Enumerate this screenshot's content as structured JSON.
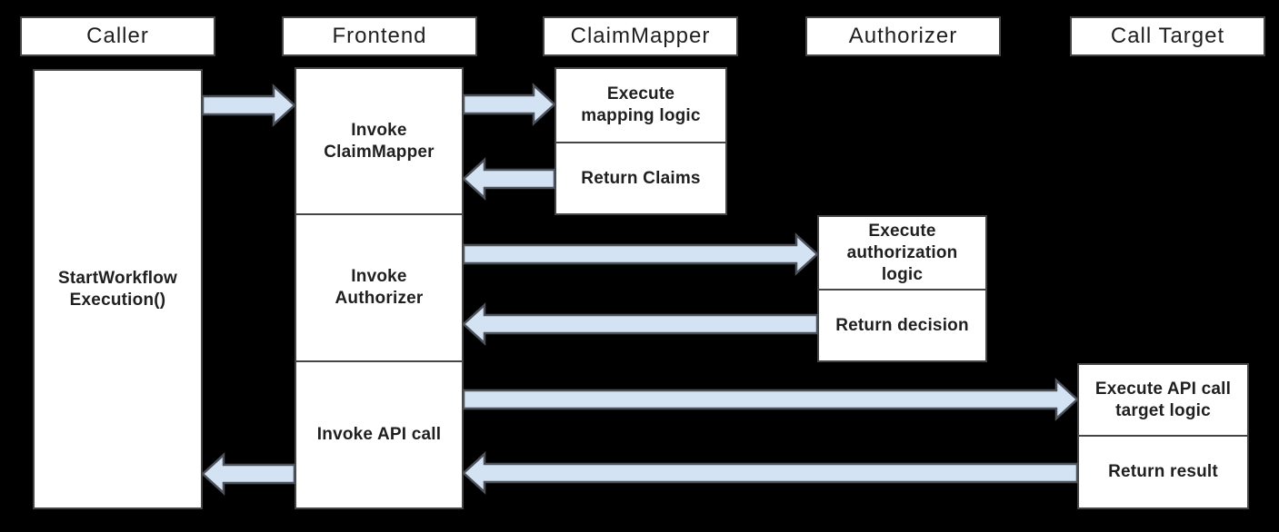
{
  "colors": {
    "background": "#000000",
    "box_fill": "#ffffff",
    "box_border": "#454545",
    "arrow_fill": "#d4e3f4",
    "arrow_stroke": "#4d5159",
    "text": "#1f1f1f"
  },
  "lanes": [
    {
      "label": "Caller"
    },
    {
      "label": "Frontend"
    },
    {
      "label": "ClaimMapper"
    },
    {
      "label": "Authorizer"
    },
    {
      "label": "Call Target"
    }
  ],
  "activities": {
    "caller": {
      "label": [
        "StartWorkflow",
        "Execution()"
      ]
    },
    "frontend": [
      {
        "label": [
          "Invoke",
          "ClaimMapper"
        ]
      },
      {
        "label": [
          "Invoke",
          "Authorizer"
        ]
      },
      {
        "label": [
          "Invoke API call"
        ]
      }
    ],
    "claimmapper": [
      {
        "label": [
          "Execute",
          "mapping logic"
        ]
      },
      {
        "label": [
          "Return Claims"
        ]
      }
    ],
    "authorizer": [
      {
        "label": [
          "Execute",
          "authorization",
          "logic"
        ]
      },
      {
        "label": [
          "Return decision"
        ]
      }
    ],
    "calltarget": [
      {
        "label": [
          "Execute API call",
          "target logic"
        ]
      },
      {
        "label": [
          "Return result"
        ]
      }
    ]
  },
  "messages": [
    {
      "from": "Caller",
      "to": "Frontend"
    },
    {
      "from": "Frontend",
      "to": "ClaimMapper"
    },
    {
      "from": "ClaimMapper",
      "to": "Frontend"
    },
    {
      "from": "Frontend",
      "to": "Authorizer"
    },
    {
      "from": "Authorizer",
      "to": "Frontend"
    },
    {
      "from": "Frontend",
      "to": "Call Target"
    },
    {
      "from": "Call Target",
      "to": "Frontend"
    },
    {
      "from": "Frontend",
      "to": "Caller"
    }
  ]
}
